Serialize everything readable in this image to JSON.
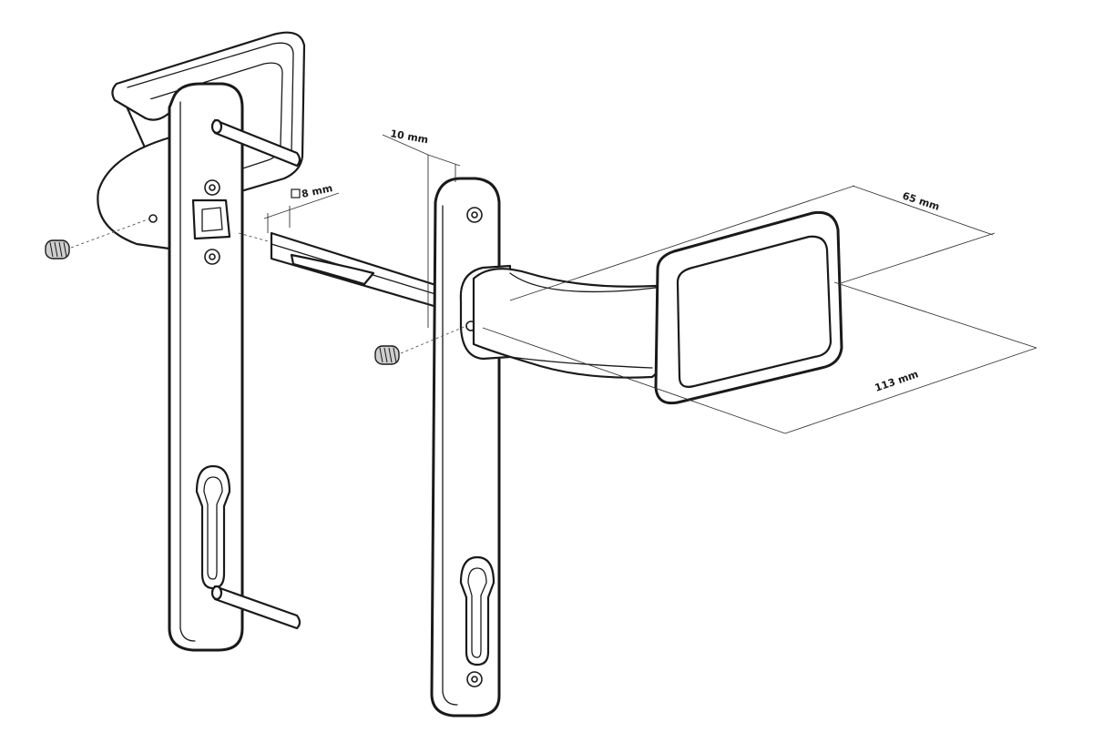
{
  "dimensions": {
    "thickness": "10 mm",
    "spindle": "8 mm",
    "width": "65 mm",
    "length": "113 mm"
  },
  "colors": {
    "ink": "#1a1a1a",
    "background": "#ffffff",
    "screw_fill": "#cfcfcf"
  }
}
